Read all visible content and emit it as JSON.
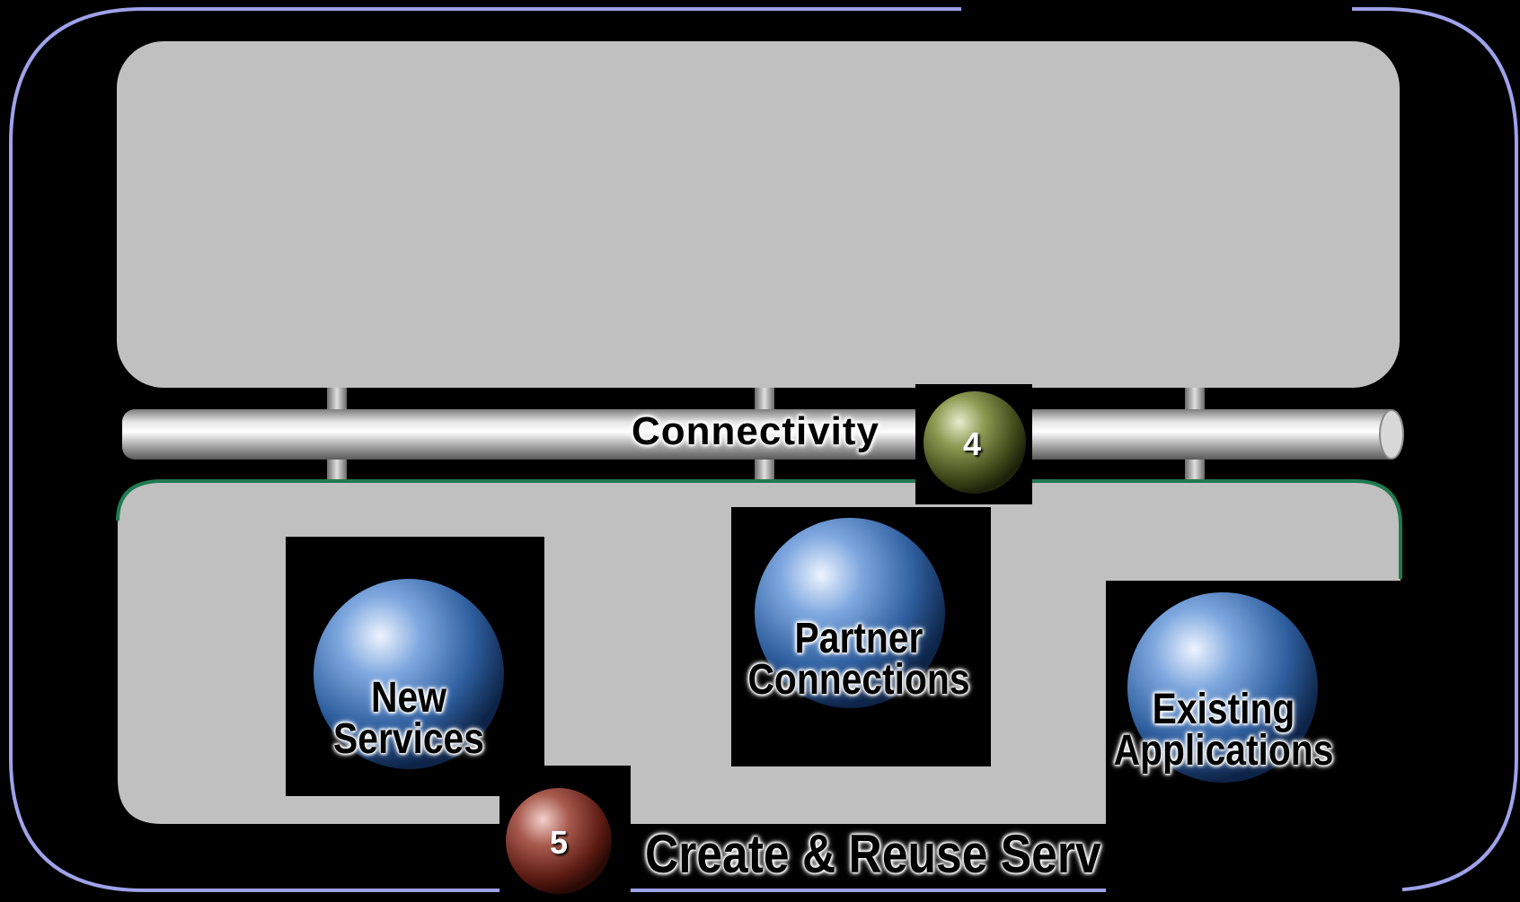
{
  "bus_label": "Connectivity",
  "bus_badge": "4",
  "spheres": [
    {
      "line1": "New",
      "line2": "Services"
    },
    {
      "line1": "Partner",
      "line2": "Connections"
    },
    {
      "line1": "Existing",
      "line2": "Applications"
    }
  ],
  "footer_badge": "5",
  "footer_label": "Create & Reuse Serv",
  "colors": {
    "frame": "#9ea2ea",
    "panel": "#c0c0c0",
    "panel_border": "#1f7a4f",
    "sphere_blue": "#2f6db3",
    "badge_green": "#5d6b2a",
    "badge_red": "#8a2b22"
  }
}
